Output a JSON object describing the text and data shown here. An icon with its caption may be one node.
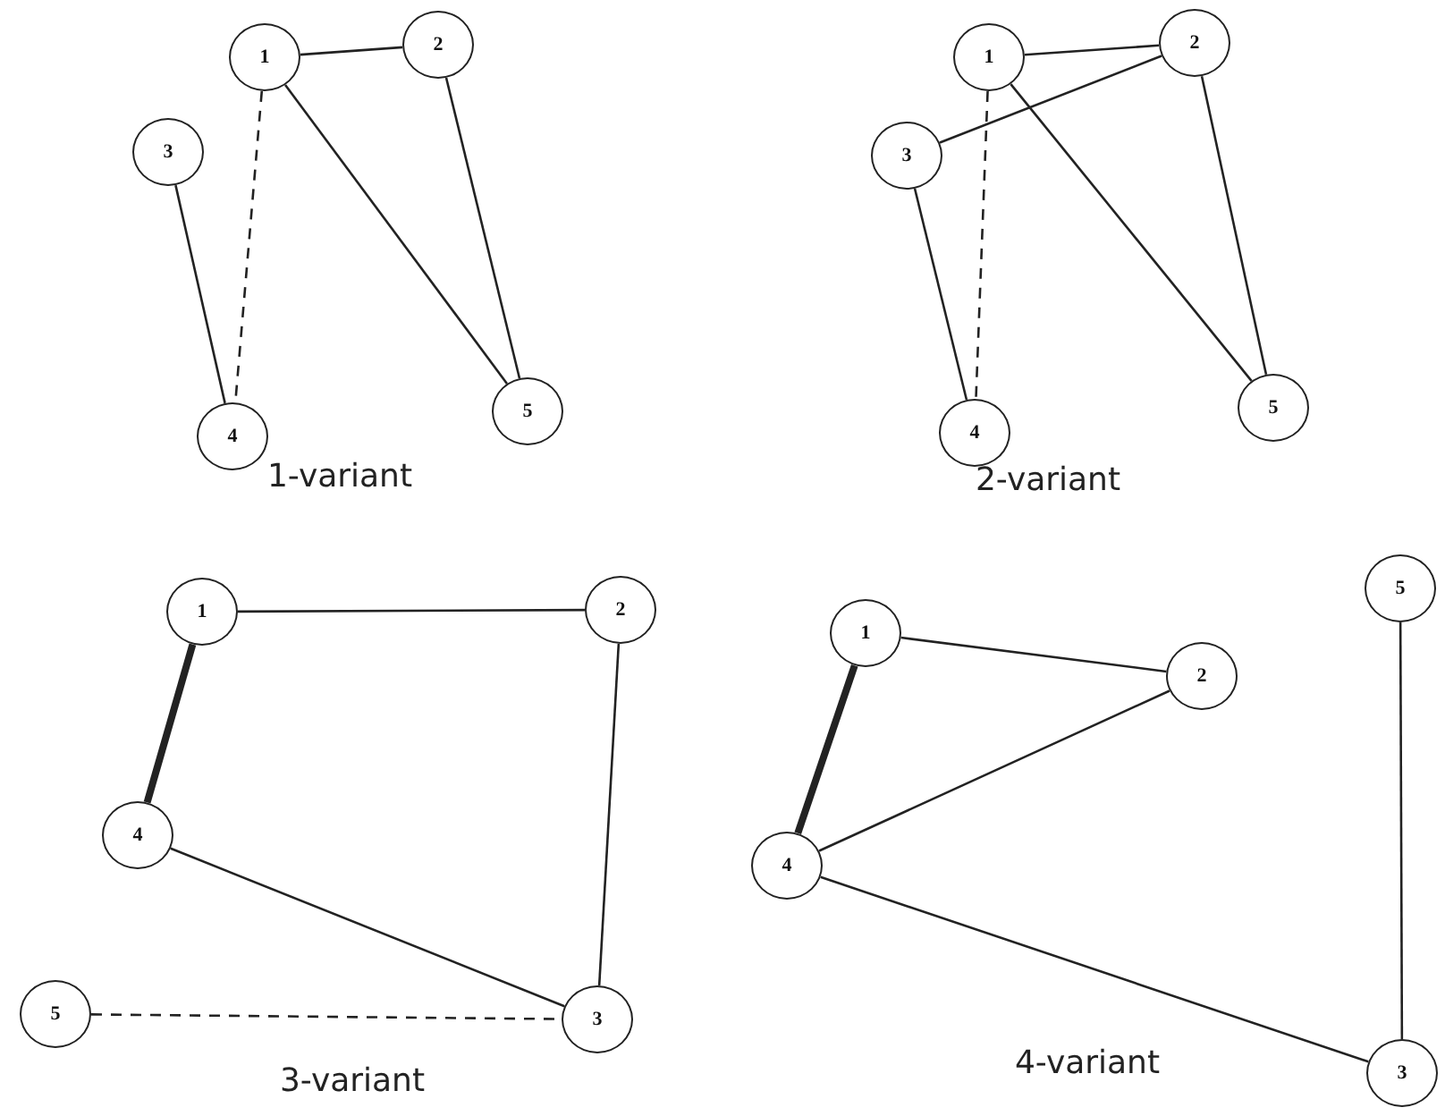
{
  "diagram": {
    "nodes": [
      {
        "text": [
          "1"
        ]
      },
      {
        "text": [
          "2"
        ]
      },
      {
        "text": [
          "3"
        ]
      },
      {
        "text": [
          "4"
        ]
      },
      {
        "text": [
          "5"
        ]
      },
      {
        "text": [
          "1"
        ]
      },
      {
        "text": [
          "2"
        ]
      },
      {
        "text": [
          "3"
        ]
      },
      {
        "text": [
          "4"
        ]
      },
      {
        "text": [
          "5"
        ]
      },
      {
        "text": [
          "1"
        ]
      },
      {
        "text": [
          "2"
        ]
      },
      {
        "text": [
          "3"
        ]
      },
      {
        "text": [
          "4"
        ]
      },
      {
        "text": [
          "5"
        ]
      },
      {
        "text": [
          "1"
        ]
      },
      {
        "text": [
          "2"
        ]
      },
      {
        "text": [
          "3"
        ]
      },
      {
        "text": [
          "4"
        ]
      },
      {
        "text": [
          "5"
        ]
      }
    ],
    "edges": [
      {
        "from": 0,
        "to": 1,
        "arrow": "none"
      },
      {
        "from": 0,
        "to": 3,
        "arrow": "none",
        "style": "dashed"
      },
      {
        "from": 0,
        "to": 4,
        "arrow": "none"
      },
      {
        "from": 1,
        "to": 4,
        "arrow": "none"
      },
      {
        "from": 2,
        "to": 3,
        "arrow": "none"
      },
      {
        "from": 5,
        "to": 6,
        "arrow": "none"
      },
      {
        "from": 5,
        "to": 8,
        "arrow": "none",
        "style": "dashed"
      },
      {
        "from": 5,
        "to": 9,
        "arrow": "none"
      },
      {
        "from": 6,
        "to": 9,
        "arrow": "none"
      },
      {
        "from": 7,
        "to": 6,
        "arrow": "none"
      },
      {
        "from": 7,
        "to": 8,
        "arrow": "none"
      },
      {
        "from": 10,
        "to": 11,
        "arrow": "none"
      },
      {
        "from": 10,
        "to": 13,
        "arrow": "none",
        "style": "thick"
      },
      {
        "from": 11,
        "to": 12,
        "arrow": "none"
      },
      {
        "from": 13,
        "to": 12,
        "arrow": "none"
      },
      {
        "from": 14,
        "to": 12,
        "arrow": "none",
        "style": "dashed"
      },
      {
        "from": 15,
        "to": 16,
        "arrow": "none"
      },
      {
        "from": 15,
        "to": 18,
        "arrow": "none",
        "style": "thick"
      },
      {
        "from": 16,
        "to": 18,
        "arrow": "none"
      },
      {
        "from": 18,
        "to": 17,
        "arrow": "none"
      },
      {
        "from": 19,
        "to": 17,
        "arrow": "none"
      }
    ],
    "labels": [
      "1-variant",
      "2-variant",
      "3-variant",
      "4-variant"
    ]
  }
}
